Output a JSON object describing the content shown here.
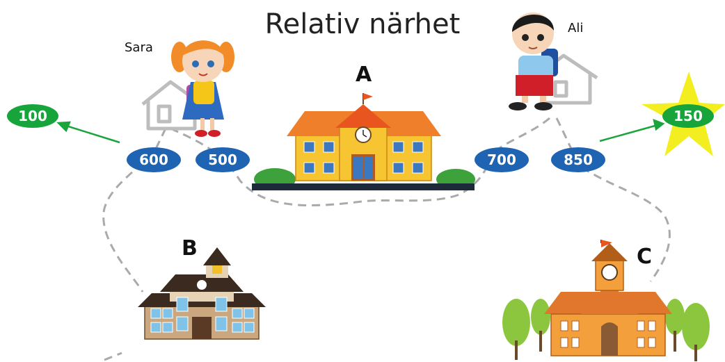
{
  "title": "Relativ närhet",
  "people": {
    "sara": "Sara",
    "ali": "Ali"
  },
  "schools": {
    "a": "A",
    "b": "B",
    "c": "C"
  },
  "distances": {
    "sara_b": "600",
    "sara_a": "500",
    "ali_a": "700",
    "ali_c": "850"
  },
  "bonus": {
    "sara": "100",
    "ali": "150"
  },
  "colors": {
    "distance_oval": "#1f64b3",
    "bonus_oval": "#17a43b",
    "star": "#f2ee1f",
    "arrow": "#1aa53c",
    "path": "#aaaaaa"
  }
}
